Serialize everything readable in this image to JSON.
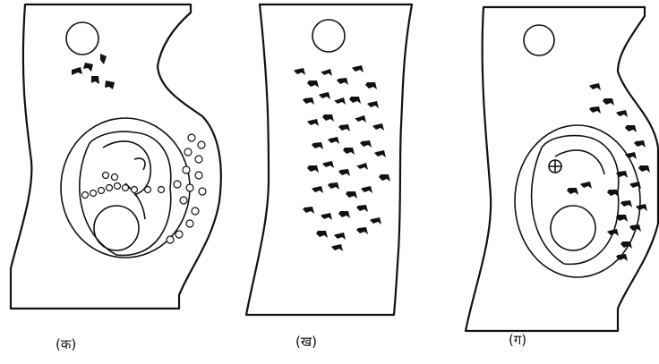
{
  "panels": [
    {
      "id": "ka",
      "label": "(क)",
      "description_cells": "antibodies-and-rbc"
    },
    {
      "id": "kha",
      "label": "(ख)",
      "description_cells": "antibodies-only"
    },
    {
      "id": "ga",
      "label": "(ग)",
      "description_cells": "antibodies-attacking-fetal-rbc"
    }
  ],
  "colors": {
    "ink": "#111111",
    "background": "#ffffff"
  }
}
